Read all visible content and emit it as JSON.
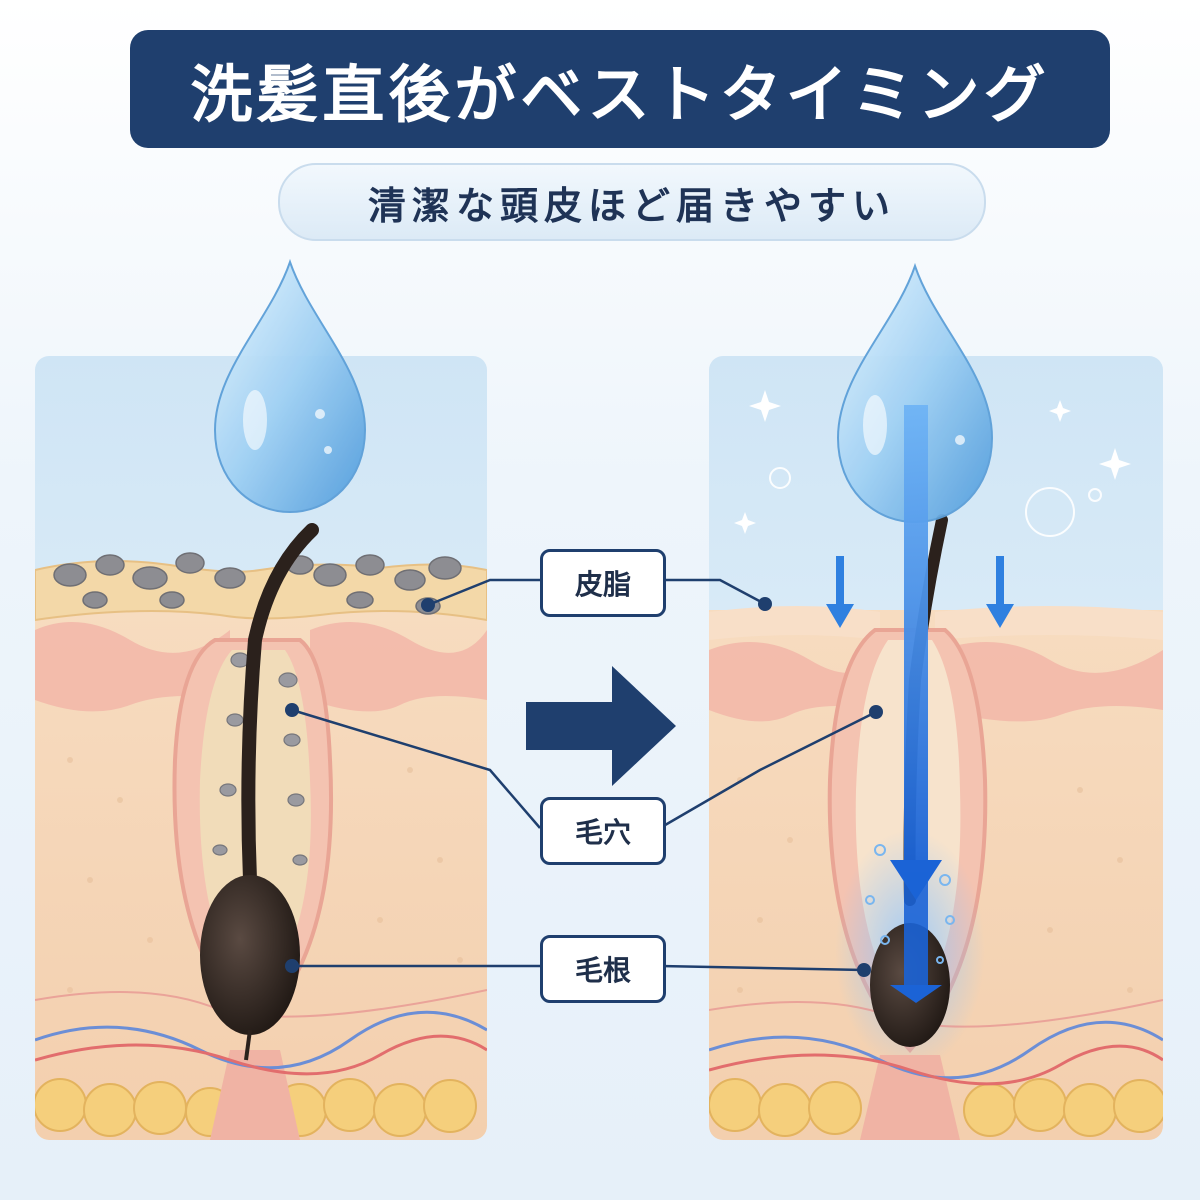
{
  "title": "洗髪直後がベストタイミング",
  "subtitle": "清潔な頭皮ほど届きやすい",
  "labels": {
    "sebum": "皮脂",
    "pore": "毛穴",
    "root": "毛根"
  },
  "colors": {
    "navy": "#1f3f6e",
    "skin": "#f6d9b8",
    "dermis_pink": "#f3b7aa",
    "hair": "#2b211c",
    "sebum_gray": "#8e8e93",
    "fat_yellow": "#f4cf7e",
    "water_blue": "#2f7fe0"
  }
}
